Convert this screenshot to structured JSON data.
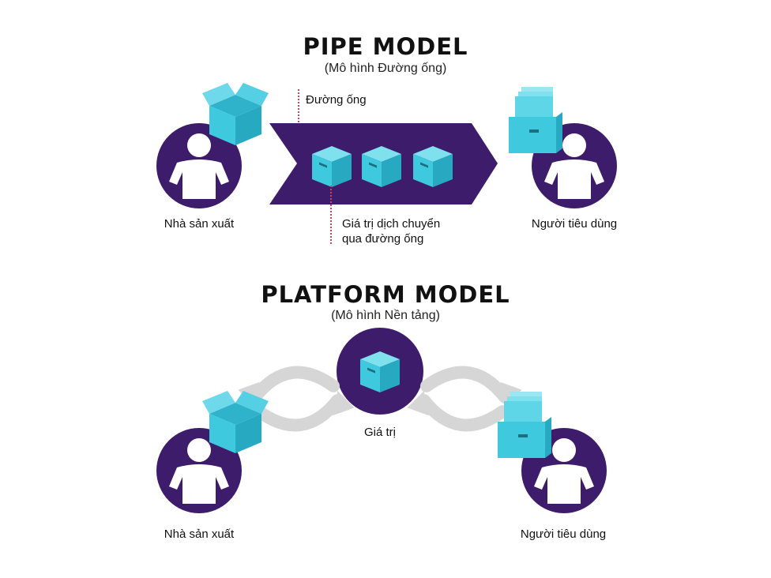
{
  "colors": {
    "purple": "#3d1c6b",
    "cyan": "#3ec9df",
    "cyan_dark": "#28a9c2",
    "arrow_gray": "#d6d6d6",
    "marker_red": "#d0455a"
  },
  "icons": {
    "person": "person-icon",
    "box_open": "open-box-icon",
    "box_closed": "box-icon",
    "box_stack": "box-stack-icon",
    "cycle_arrow": "cycle-arrow-icon"
  },
  "pipe": {
    "title": "PIPE MODEL",
    "subtitle": "(Mô hình Đường ống)",
    "pipe_label": "Đường ống",
    "value_label_line1": "Giá trị dịch chuyển",
    "value_label_line2": "qua đường ống",
    "producer_label": "Nhà sản xuất",
    "consumer_label": "Người tiêu dùng"
  },
  "platform": {
    "title": "PLATFORM MODEL",
    "subtitle": "(Mô hình Nền tảng)",
    "value_label": "Giá trị",
    "producer_label": "Nhà sản xuất",
    "consumer_label": "Người tiêu dùng"
  }
}
